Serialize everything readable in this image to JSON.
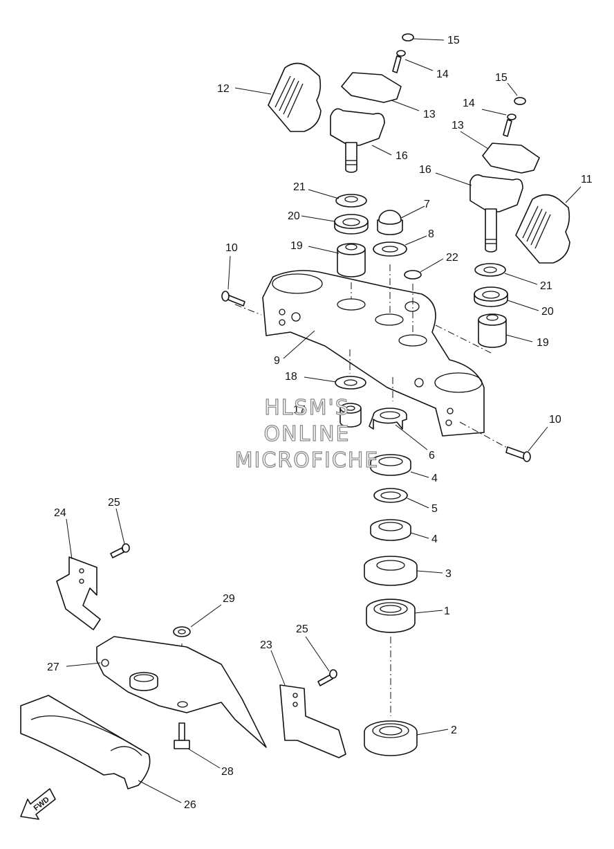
{
  "watermark": {
    "line1": "HLSM'S",
    "line2": "ONLINE",
    "line3": "MICROFICHE"
  },
  "fwd_label": "FWD",
  "callouts": [
    "1",
    "2",
    "3",
    "4",
    "4",
    "5",
    "6",
    "7",
    "8",
    "9",
    "10",
    "10",
    "11",
    "12",
    "13",
    "13",
    "14",
    "14",
    "15",
    "15",
    "16",
    "16",
    "17",
    "18",
    "19",
    "19",
    "20",
    "20",
    "21",
    "21",
    "22",
    "23",
    "24",
    "25",
    "25",
    "26",
    "27",
    "28",
    "29"
  ]
}
